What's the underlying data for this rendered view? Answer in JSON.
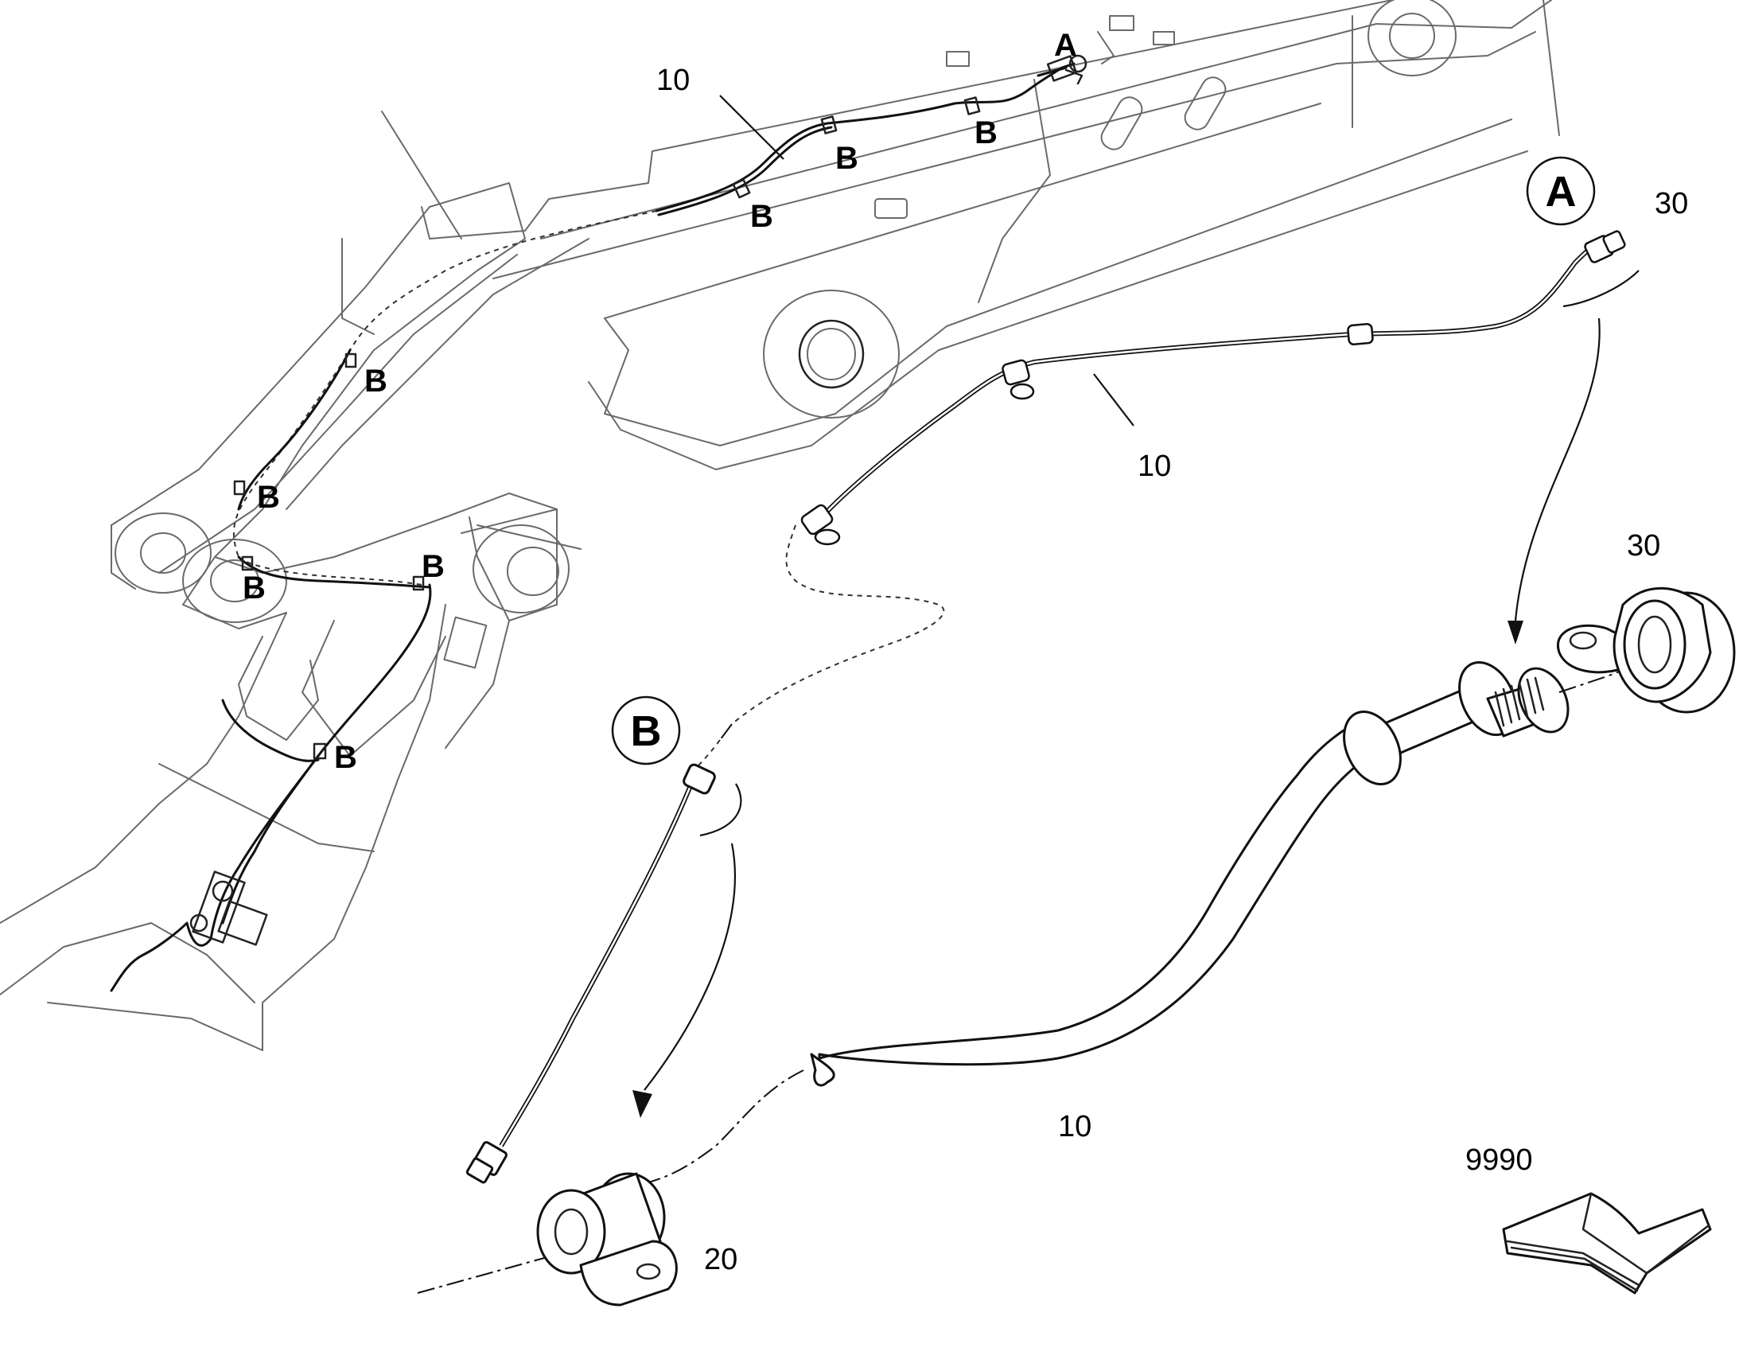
{
  "labels": {
    "pos10": "10",
    "pos20": "20",
    "pos30": "30",
    "pos9990": "9990",
    "A": "A",
    "B": "B"
  },
  "callouts": {
    "detailA": "A",
    "detailB": "B"
  },
  "icons": {
    "manual": "open-book-icon"
  }
}
